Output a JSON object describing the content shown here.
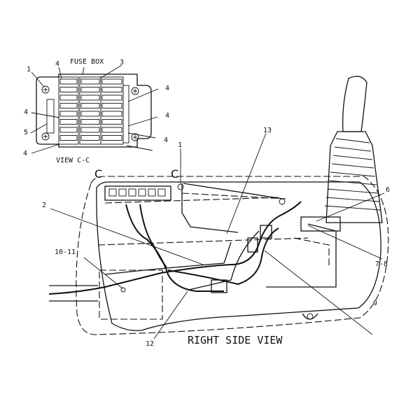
{
  "fuse_box": {
    "title": "FUSE BOX",
    "view_label": "VIEW C-C",
    "callouts": [
      "1",
      "4",
      "3",
      "4",
      "4",
      "5",
      "4",
      "4",
      "4"
    ]
  },
  "section_marks": [
    "C",
    "C"
  ],
  "side_view": {
    "title": "RIGHT SIDE VIEW",
    "callouts": {
      "c1": "1",
      "c13": "13",
      "c2": "2",
      "c6": "6",
      "c10_11": "10-11",
      "c7_8": "7-8",
      "c9": "9",
      "c12": "12"
    }
  }
}
